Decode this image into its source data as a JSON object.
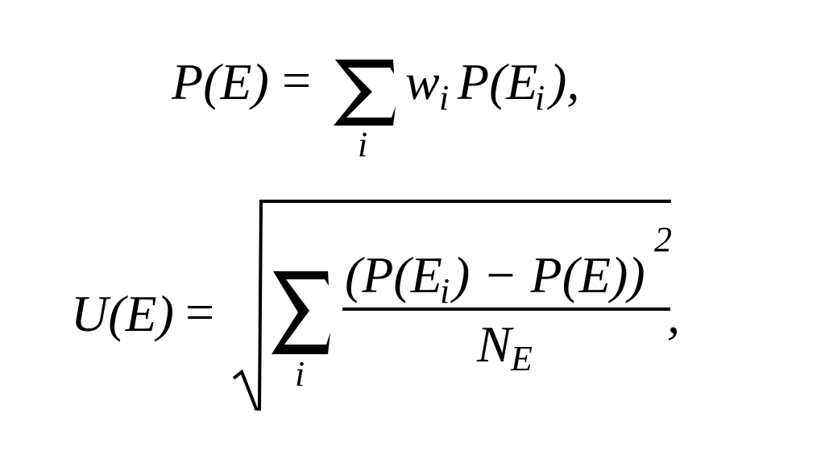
{
  "equation1": {
    "lhs": "P(E)",
    "equals": "=",
    "sum_index": "i",
    "weight": "w",
    "weight_sub": "i",
    "term": "P(E",
    "term_sub": "i",
    "term_close": "),"
  },
  "equation2": {
    "lhs": "U(E)",
    "equals": "=",
    "sum_index": "i",
    "num_open": "(P(E",
    "num_sub": "i",
    "num_rest": ") − P(E))",
    "num_power": "2",
    "denominator": "N",
    "denominator_sub": "E",
    "trailing": ","
  }
}
